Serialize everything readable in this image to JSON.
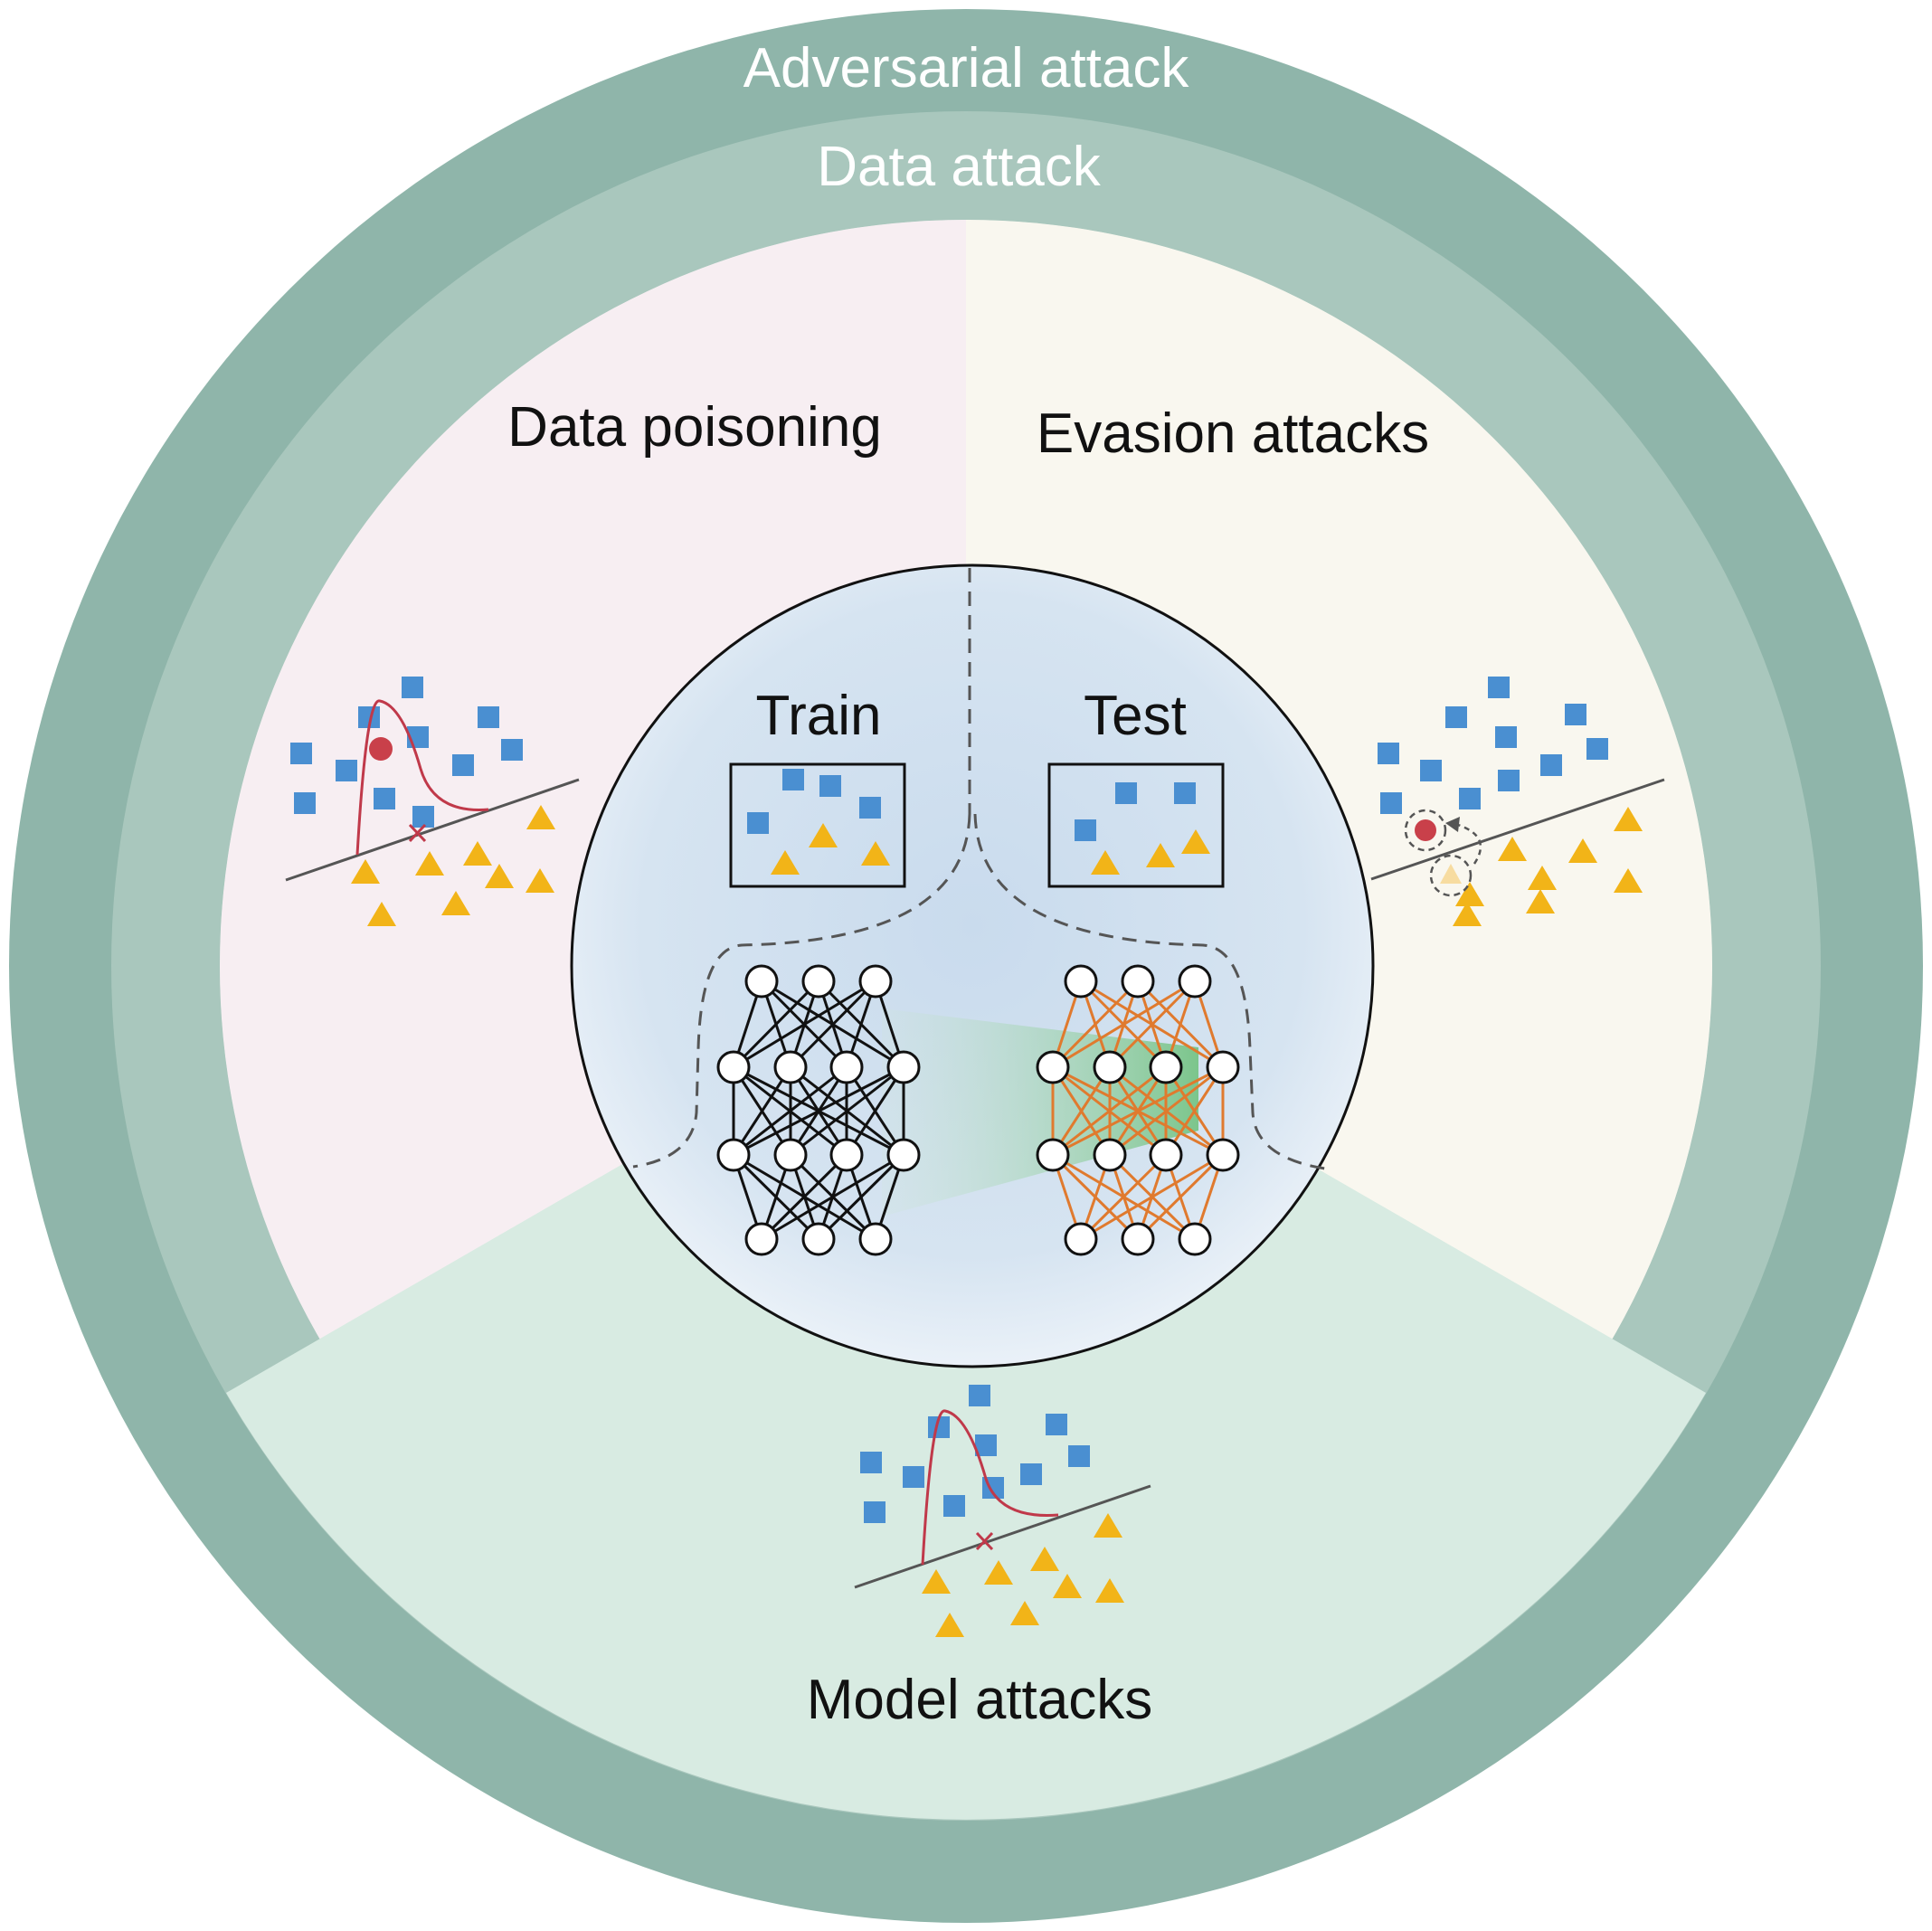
{
  "labels": {
    "outer_ring": "Adversarial attack",
    "inner_ring": "Data attack",
    "sector_top_left": "Data poisoning",
    "sector_top_right": "Evasion attacks",
    "sector_bottom": "Model attacks",
    "center_left": "Train",
    "center_right": "Test"
  },
  "colors": {
    "outer_ring": "#8fb5aa",
    "inner_ring": "#a9c7bd",
    "data_poisoning_bg": "#f7eef2",
    "evasion_bg": "#f9f7ef",
    "model_attacks_bg": "#d8ebe2",
    "center_bg": "#d6e4f1",
    "square_marker": "#4a8fd1",
    "triangle_marker": "#f2b418",
    "poison_point": "#c9404a",
    "train_network": "#111111",
    "test_network": "#e07a2e"
  },
  "icons": {
    "squares": "square-marker-icon",
    "triangles": "triangle-marker-icon",
    "network": "neural-network-icon"
  }
}
